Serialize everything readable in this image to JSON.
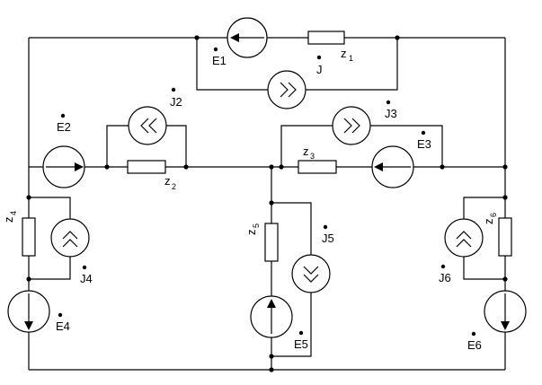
{
  "labels": {
    "E1": "E1",
    "E2": "E2",
    "E3": "E3",
    "E4": "E4",
    "E5": "E5",
    "E6": "E6",
    "J": "J",
    "J2": "J2",
    "J3": "J3",
    "J4": "J4",
    "J5": "J5",
    "J6": "J6",
    "z1": "z",
    "z1_sub": "1",
    "z2": "z",
    "z2_sub": "2",
    "z3": "z",
    "z3_sub": "3",
    "z4": "z",
    "z4_sub": "4",
    "z5": "z",
    "z5_sub": "5",
    "z6": "z",
    "z6_sub": "6"
  },
  "colors": {
    "line": "#000000",
    "background": "#ffffff"
  }
}
